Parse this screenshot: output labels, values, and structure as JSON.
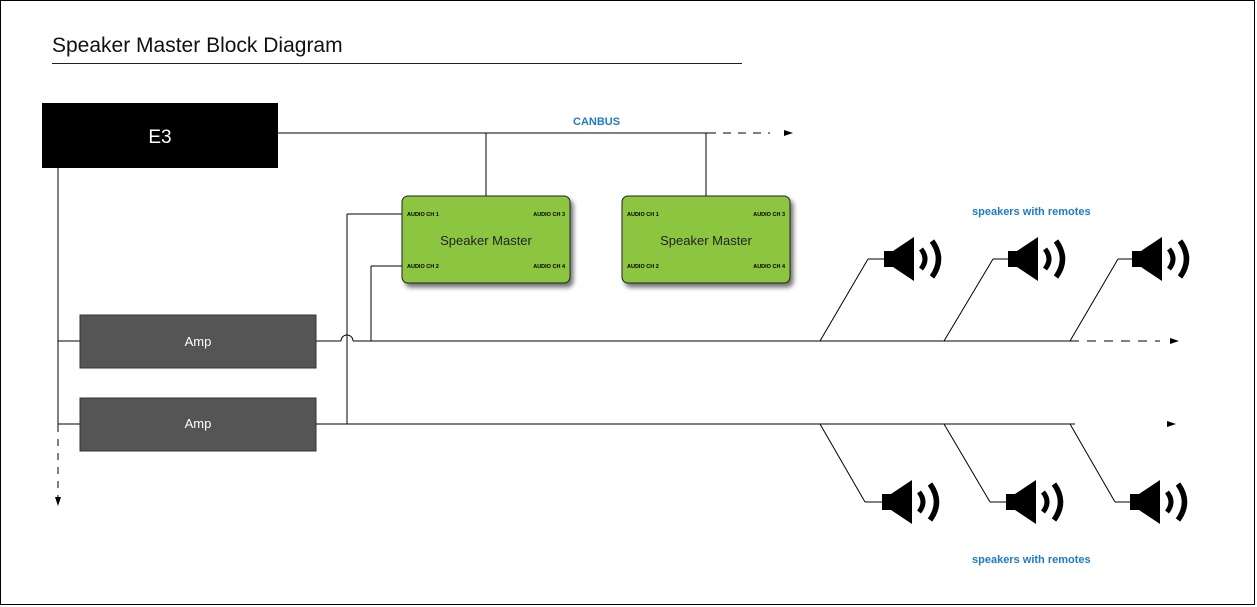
{
  "title": "Speaker Master Block Diagram",
  "e3": {
    "label": "E3"
  },
  "canbus_label": "CANBUS",
  "speaker_masters": [
    {
      "label": "Speaker Master",
      "ch1": "AUDIO CH 1",
      "ch2": "AUDIO CH 2",
      "ch3": "AUDIO CH 3",
      "ch4": "AUDIO CH 4"
    },
    {
      "label": "Speaker Master",
      "ch1": "AUDIO CH 1",
      "ch2": "AUDIO CH 2",
      "ch3": "AUDIO CH 3",
      "ch4": "AUDIO CH 4"
    }
  ],
  "amps": [
    {
      "label": "Amp"
    },
    {
      "label": "Amp"
    }
  ],
  "speaker_groups": [
    {
      "label": "speakers with remotes",
      "count": 3
    },
    {
      "label": "speakers with remotes",
      "count": 3
    }
  ],
  "colors": {
    "label_blue": "#1e7bc4",
    "speaker_master_green": "#8cc63f",
    "amp_gray": "#555555",
    "e3_black": "#000000"
  },
  "icons": {
    "speaker": "speaker-icon",
    "arrow": "arrow-right-icon"
  }
}
